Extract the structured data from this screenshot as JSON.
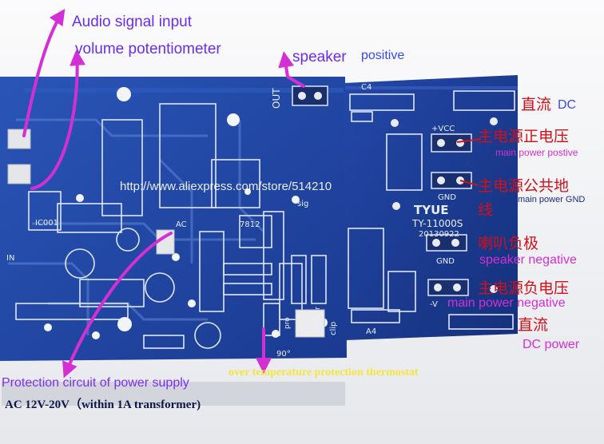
{
  "annotations": {
    "audio_input": "Audio signal input",
    "volume_pot": "volume potentiometer",
    "speaker_word": "speaker",
    "speaker_positive": "positive",
    "dc_top_zh": "直流",
    "dc_top_en": "DC",
    "main_pos_zh": "主电源正电压",
    "main_pos_en": "main power postive",
    "main_gnd_zh_1": "主电源公共地",
    "main_gnd_zh_2": "线",
    "main_gnd_en": "main power GND",
    "spk_neg_zh": "喇叭负极",
    "spk_neg_en": "speaker negative",
    "main_neg_zh": "主电源负电压",
    "main_neg_en": "main power negative",
    "dc_bottom_zh": "直流",
    "dc_bottom_en": "DC power",
    "protection": "Protection circuit of power supply",
    "thermostat": "over temperature protection thermostat",
    "ac_input": "AC 12V-20V（within 1A transformer)",
    "watermark": "http://www.aliexpress.com/store/514210"
  },
  "board_silk": {
    "brand": "TYUE",
    "model": "TY-11000S",
    "date": "20130922",
    "vcc": "+VCC",
    "gnd_1": "GND",
    "gnd_2": "GND",
    "neg_v": "-V",
    "out": "OUT",
    "sig": "sig",
    "clip": "clip",
    "pro": "pro",
    "power": "power",
    "c4": "C4",
    "a4": "A4",
    "ic": "IC001",
    "reg": "7812",
    "in": "IN",
    "ac": "AC",
    "temp": "90°"
  },
  "colors": {
    "board_blue": "#1f3f9a",
    "board_dark": "#162f7a",
    "silkscreen": "#e8eef8",
    "arrow_magenta": "#d42fd4",
    "zh_red": "#d2101a",
    "label_purple": "#6a2cf0",
    "thermostat_yellow": "#f4e63c"
  }
}
